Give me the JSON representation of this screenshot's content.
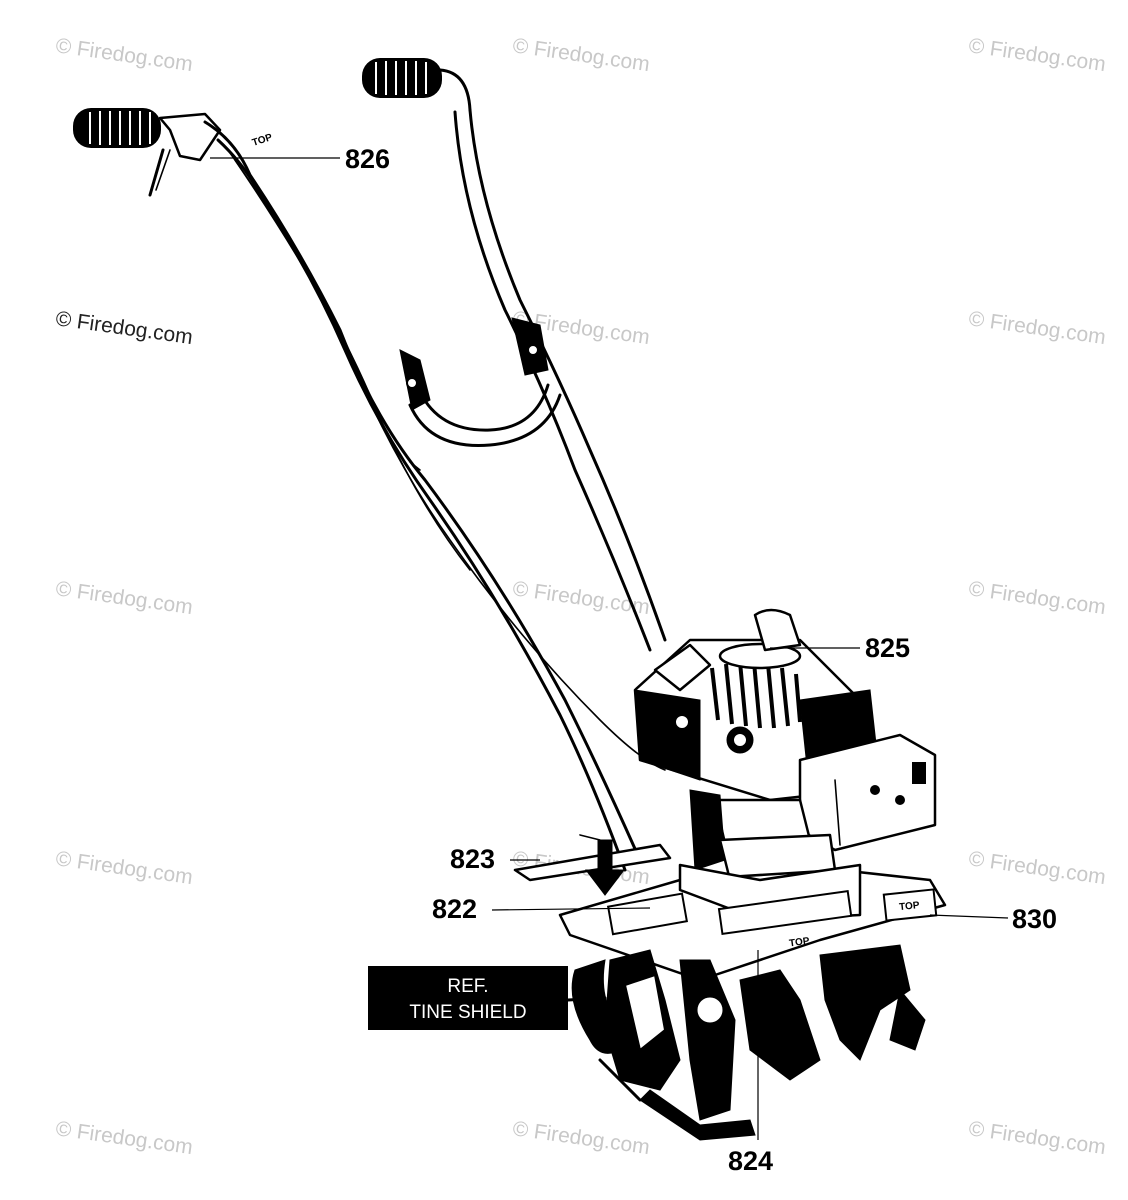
{
  "watermark": "© Firedog.com",
  "callouts": {
    "c826": "826",
    "c825": "825",
    "c823": "823",
    "c822": "822",
    "c830": "830",
    "c824": "824"
  },
  "decal_text": "TOP",
  "ref_box": {
    "line1": "REF.",
    "line2": "TINE SHIELD"
  }
}
